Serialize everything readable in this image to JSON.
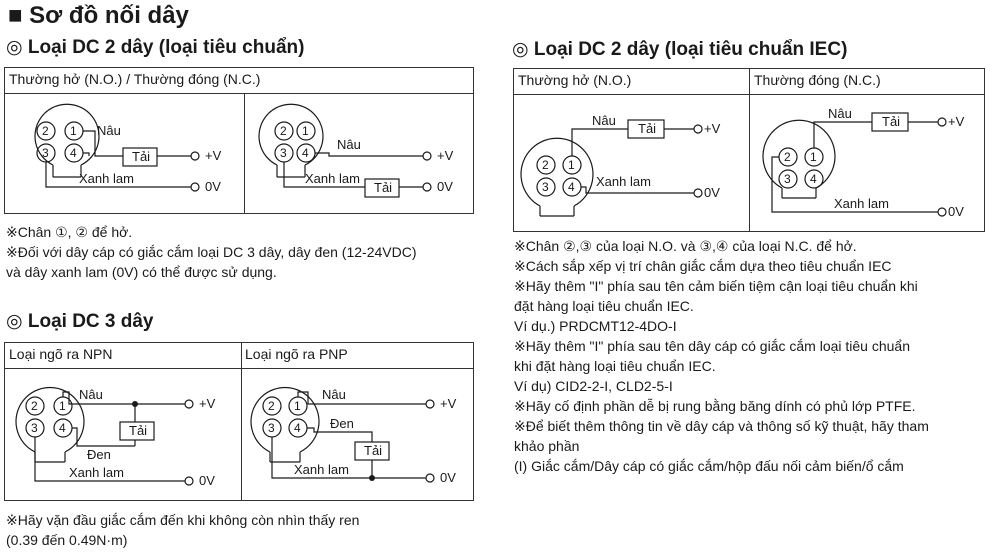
{
  "title": "■ Sơ đồ nối dây",
  "sections": {
    "dc2_std": {
      "heading": "◎ Loại DC 2 dây (loại tiêu chuẩn)",
      "header": "Thường hở (N.O.) / Thường đóng (N.C.)",
      "notes": [
        "※Chân ①, ② để hở.",
        "※Đối với dây cáp có giắc cắm loại DC 3 dây, dây đen (12-24VDC)",
        "   và dây xanh lam (0V) có thể được sử dụng."
      ]
    },
    "dc3": {
      "heading": "◎ Loại DC 3 dây",
      "npn": "Loại ngõ ra NPN",
      "pnp": "Loại ngõ ra PNP",
      "notes": [
        "※Hãy vặn đầu giắc cắm đến khi không còn nhìn thấy ren",
        "(0.39 đến 0.49N·m)"
      ]
    },
    "dc2_iec": {
      "heading": "◎ Loại DC 2 dây (loại tiêu chuẩn IEC)",
      "no": "Thường hở (N.O.)",
      "nc": "Thường đóng (N.C.)",
      "notes": [
        "※Chân ②,③ của loại N.O. và ③,④ của loại N.C. để hở.",
        "※Cách sắp xếp vị trí chân giắc cắm dựa theo tiêu chuẩn IEC",
        "※Hãy thêm \"I\" phía sau tên cảm biến tiệm cận loại tiêu chuẩn khi",
        "   đặt hàng loại tiêu chuẩn IEC.",
        "   Ví dụ.) PRDCMT12-4DO-I",
        "※Hãy thêm \"I\" phía sau tên dây cáp có giắc cắm loại tiêu chuẩn",
        "   khi đặt hàng loại tiêu chuẩn IEC.",
        "   Ví dụ) CID2-2-I, CLD2-5-I",
        "※Hãy cố định phần dễ bị rung bằng băng dính có phủ lớp PTFE.",
        "※Để biết thêm thông tin về dây cáp và thông số kỹ thuật, hãy tham",
        "   khảo phần",
        "   (I) Giắc cắm/Dây cáp có giắc cắm/hộp đấu nối cảm biến/ổ cắm"
      ]
    }
  },
  "labels": {
    "brown": "Nâu",
    "blue": "Xanh lam",
    "black": "Đen",
    "load": "Tải",
    "vplus": "+V",
    "zero_v": "0V",
    "pin1": "1",
    "pin2": "2",
    "pin3": "3",
    "pin4": "4"
  }
}
